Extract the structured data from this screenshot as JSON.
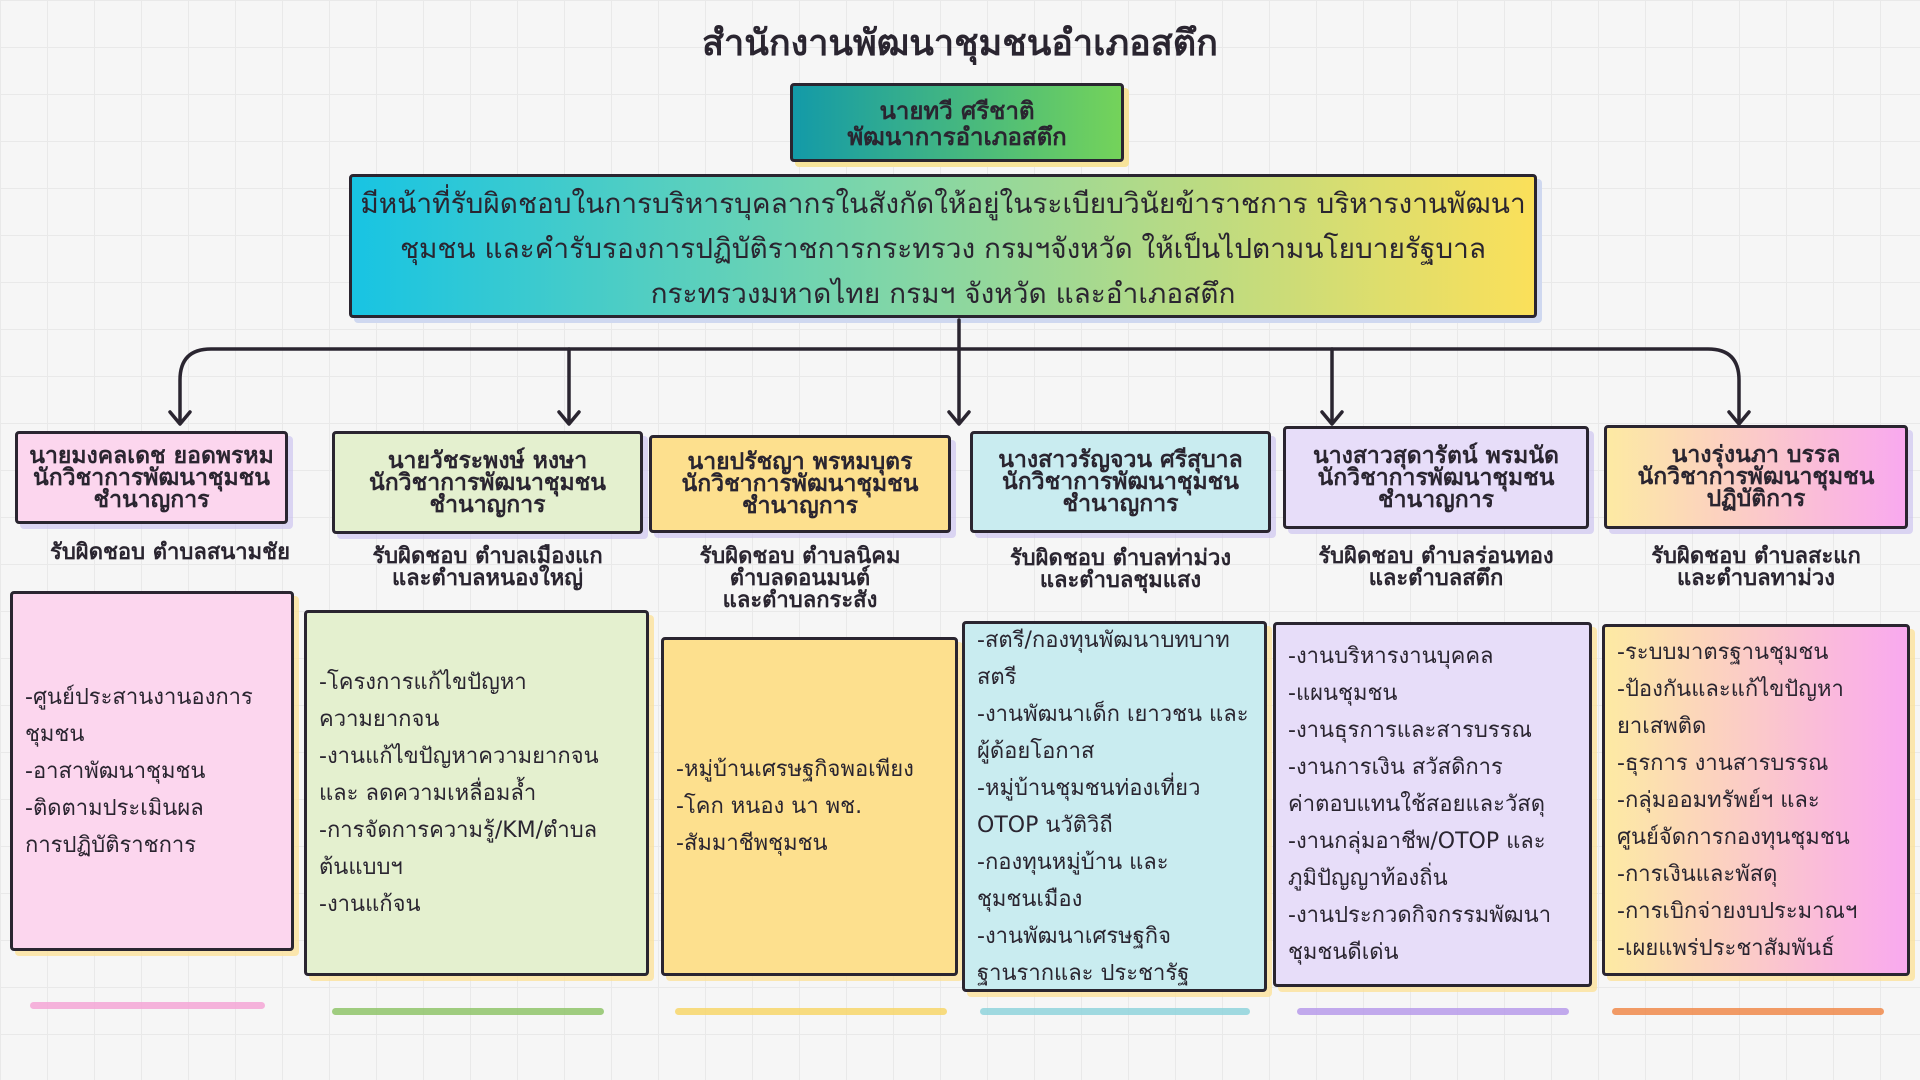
{
  "title": "สำนักงานพัฒนาชุมชนอำเภอสตึก",
  "head": {
    "name": "นายทวี ศรีชาติ",
    "position": "พัฒนาการอำเภอสตึก"
  },
  "description": [
    "มีหน้าที่รับผิดชอบในการบริหารบุคลากรในสังกัดให้อยู่ในระเบียบวินัยข้าราชการ บริหารงานพัฒนา",
    "ชุมชน และคำรับรองการปฏิบัติราชการกระทรวง กรมฯจังหวัด ให้เป็นไปตามนโยบายรัฐบาล",
    "กระทรวงมหาดไทย กรมฯ จังหวัด และอำเภอสตึก"
  ],
  "colors": {
    "pink": "#fcd6ee",
    "green": "#e4f0cf",
    "yellow": "#fde08e",
    "cyan": "#c9ecf0",
    "lavender": "#e7ddf9"
  },
  "columns": [
    {
      "name": "นายมงคลเดช ยอดพรหม",
      "position": "นักวิชาการพัฒนาชุมชน",
      "level": "ชำนาญการ",
      "responsibility": "รับผิดชอบ ตำบลสนามชัย",
      "items": [
        "-ศูนย์ประสานงานองการ\n  ชุมชน",
        "-อาสาพัฒนาชุมชน",
        "-ติดตามประเมินผล\n  การปฏิบัติราชการ"
      ],
      "color": "#fcd6ee",
      "line": "#f4a6d6"
    },
    {
      "name": "นายวัชระพงษ์ หงษา",
      "position": "นักวิชาการพัฒนาชุมชน",
      "level": "ชำนาญการ",
      "responsibility": "รับผิดชอบ ตำบลเมืองแก\n   และตำบลหนองใหญ่",
      "items": [
        "-โครงการแก้ไขปัญหา\n  ความยากจน",
        "-งานแก้ไขปัญหาความยากจน\n  และ ลดความเหลื่อมล้ำ",
        "-การจัดการความรู้/KM/ตำบล\n  ต้นแบบฯ",
        "-งานแก้จน"
      ],
      "color": "#e4f0cf",
      "line": "#8fc46a"
    },
    {
      "name": "นายปรัชญา พรหมบุตร",
      "position": "นักวิชาการพัฒนาชุมชน",
      "level": "ชำนาญการ",
      "responsibility": "รับผิดชอบ ตำบลนิคม\n  ตำบลดอนมนต์\n  และตำบลกระสัง",
      "items": [
        "-หมู่บ้านเศรษฐกิจพอเพียง",
        "-โคก หนอง นา พช.",
        "-สัมมาชีพชุมชน"
      ],
      "color": "#fde08e",
      "line": "#f7d66a"
    },
    {
      "name": "นางสาวรัญจวน ศรีสุบาล",
      "position": "นักวิชาการพัฒนาชุมชน",
      "level": "ชำนาญการ",
      "responsibility": "รับผิดชอบ ตำบลท่าม่วง\n   และตำบลชุมแสง",
      "items": [
        "-สตรี/กองทุนพัฒนาบทบาท\n  สตรี",
        "-งานพัฒนาเด็ก เยาวชน และ\n  ผู้ด้อยโอกาส",
        "-หมู่บ้านชุมชนท่องเที่ยว\n  OTOP นวัติวิถี",
        "-กองทุนหมู่บ้าน และ\n  ชุมชนเมือง",
        "-งานพัฒนาเศรษฐกิจ\n  ฐานรากและ ประชารัฐ"
      ],
      "color": "#c9ecf0",
      "line": "#8fd3dc"
    },
    {
      "name": "นางสาวสุดารัตน์ พรมนัด",
      "position": "นักวิชาการพัฒนาชุมชน",
      "level": "ชำนาญการ",
      "responsibility": "รับผิดชอบ ตำบลร่อนทอง\n   และตำบลสตึก",
      "items": [
        "-งานบริหารงานบุคคล",
        "-แผนชุมชน",
        "-งานธุรการและสารบรรณ",
        "-งานการเงิน สวัสดิการ\n  ค่าตอบแทนใช้สอยและวัสดุ",
        "-งานกลุ่มอาชีพ/OTOP และ\n  ภูมิปัญญาท้องถิ่น",
        "-งานประกวดกิจกรรมพัฒนา\n  ชุมชนดีเด่น"
      ],
      "color": "#e7ddf9",
      "line": "#b79bea"
    },
    {
      "name": "นางรุ่งนภา บรรล",
      "position": "นักวิชาการพัฒนาชุมชน",
      "level": "ปฏิบัติการ",
      "responsibility": "รับผิดชอบ ตำบลสะแก\n   และตำบลทาม่วง",
      "items": [
        "-ระบบมาตรฐานชุมชน",
        "-ป้องกันและแก้ไขปัญหา\n  ยาเสพติด",
        "-ธุรการ งานสารบรรณ",
        "-กลุ่มออมทรัพย์ฯ และ\n  ศูนย์จัดการกองทุนชุมชน",
        "-การเงินและพัสดุ",
        "-การเบิกจ่ายงบประมาณฯ",
        "-เผยแพร่ประชาสัมพันธ์"
      ],
      "color": "linear-gradient(90deg,#fdeaa3,#f9a9ef)",
      "line": "#f08a4b"
    }
  ]
}
